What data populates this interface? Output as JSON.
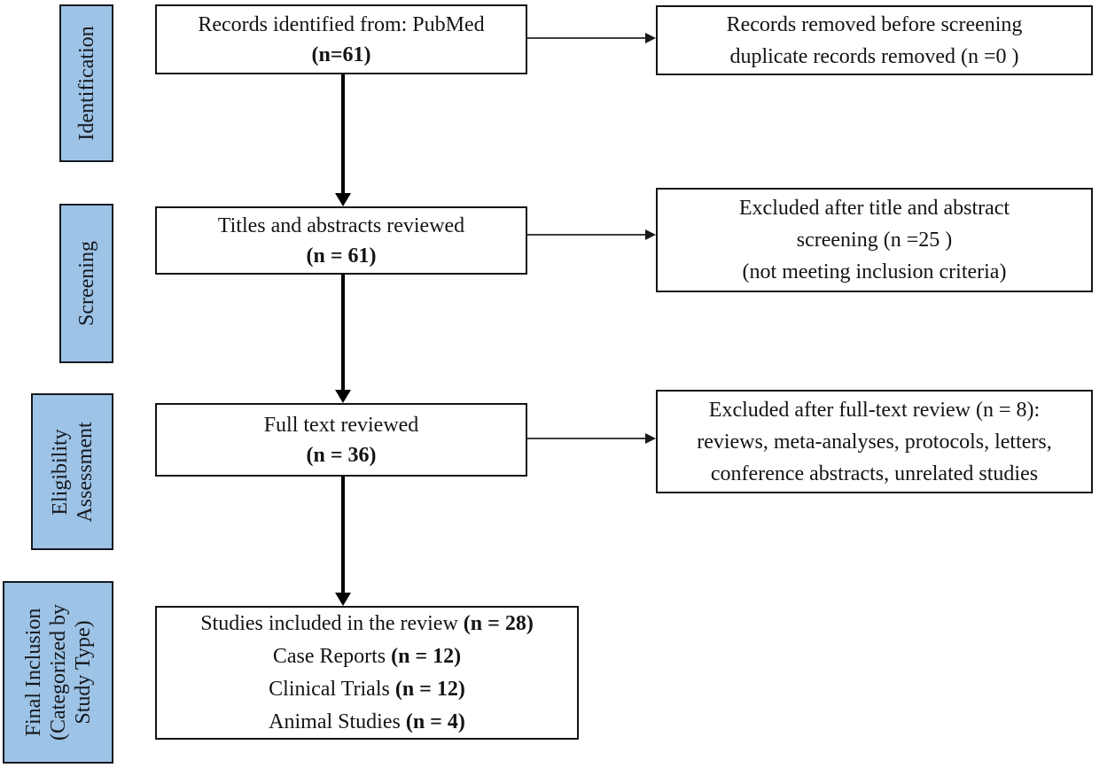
{
  "stages": [
    {
      "lines": [
        "Identification"
      ]
    },
    {
      "lines": [
        "Screening"
      ]
    },
    {
      "lines": [
        "Eligibility",
        "Assessment"
      ]
    },
    {
      "lines": [
        "Final Inclusion",
        "(Categorized by",
        "Study Type)"
      ]
    }
  ],
  "flow_boxes": {
    "identified": {
      "lines": [
        {
          "pre": "Records identified from: PubMed",
          "bold": ""
        },
        {
          "pre": "",
          "bold": "(n=61)"
        }
      ]
    },
    "screened": {
      "lines": [
        {
          "pre": "Titles and abstracts reviewed",
          "bold": ""
        },
        {
          "pre": "",
          "bold": "(n = 61)"
        }
      ]
    },
    "fulltext": {
      "lines": [
        {
          "pre": "Full text reviewed",
          "bold": ""
        },
        {
          "pre": "",
          "bold": "(n = 36)"
        }
      ]
    },
    "included": {
      "lines": [
        {
          "pre": "Studies included in the review ",
          "bold": "(n = 28)"
        },
        {
          "pre": "Case Reports ",
          "bold": "(n = 12)"
        },
        {
          "pre": "Clinical Trials ",
          "bold": "(n = 12)"
        },
        {
          "pre": "Animal Studies ",
          "bold": "(n = 4)"
        }
      ]
    }
  },
  "exclusion_boxes": {
    "removed_before_screening": {
      "lines": [
        "Records removed before screening",
        "duplicate records removed (n =0 )"
      ]
    },
    "excluded_title_abstract": {
      "lines": [
        "Excluded after title and abstract",
        "screening (n =25 )",
        "(not meeting inclusion criteria)"
      ]
    },
    "excluded_fulltext": {
      "lines": [
        "Excluded after full-text review (n = 8):",
        "reviews, meta-analyses, protocols, letters,",
        "conference abstracts, unrelated studies"
      ]
    }
  },
  "colors": {
    "stage_fill": "#9dc3e6",
    "stage_border": "#16191f",
    "box_border": "#141414",
    "arrow": "#000000",
    "connector": "#3d3d3d",
    "background": "#ffffff"
  }
}
